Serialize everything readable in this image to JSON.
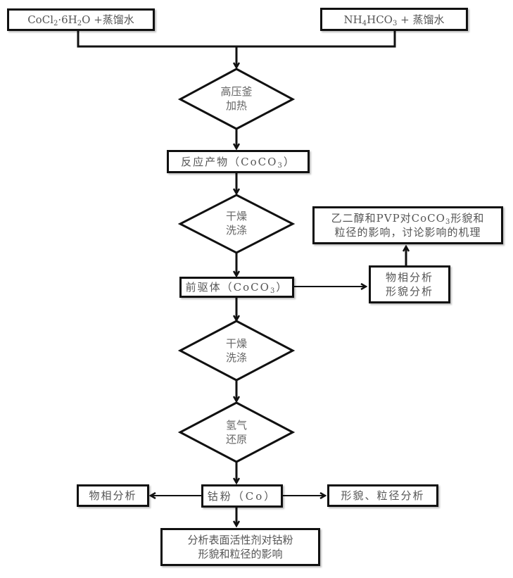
{
  "inputs": {
    "left": {
      "formula_prefix": "CoCl",
      "sub1": "2",
      "mid": "·6H",
      "sub2": "2",
      "suffix": "O +蒸馏水"
    },
    "right": {
      "prefix": "NH",
      "sub1": "4",
      "mid": "HCO",
      "sub2": "3",
      "suffix": "+ 蒸馏水"
    }
  },
  "steps": {
    "autoclave": {
      "line1": "高压釜",
      "line2": "加热"
    },
    "product": {
      "prefix": "反应产物（CoCO",
      "sub": "3",
      "suffix": "）"
    },
    "wash1": {
      "line1": "干燥",
      "line2": "洗涤"
    },
    "precursor": {
      "prefix": "前驱体（CoCO",
      "sub": "3",
      "suffix": "）"
    },
    "wash2": {
      "line1": "干燥",
      "line2": "洗涤"
    },
    "reduction": {
      "line1": "氢气",
      "line2": "还原"
    },
    "cobalt": {
      "label": "钴粉（Co）"
    }
  },
  "analysis": {
    "precursor_analysis": {
      "line1": "物相分析",
      "line2": "形貌分析"
    },
    "precursor_effect": {
      "line1_prefix": "乙二醇和PVP对CoCO",
      "line1_sub": "3",
      "line1_suffix": "形貌和",
      "line2": "粒径的影响，讨论影响的机理"
    },
    "phase": {
      "label": "物相分析"
    },
    "morphology": {
      "label": "形貌、粒径分析"
    },
    "surfactant": {
      "line1": "分析表面活性剂对钴粉",
      "line2": "形貌和粒径的影响"
    }
  }
}
